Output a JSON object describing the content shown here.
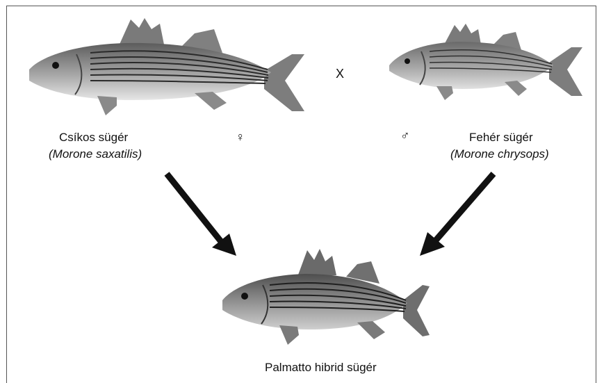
{
  "cross_symbol": "X",
  "female_symbol": "♀",
  "male_symbol": "♂",
  "parent_female": {
    "common_name": "Csíkos sügér",
    "latin_name": "(Morone saxatilis)"
  },
  "parent_male": {
    "common_name": "Fehér sügér",
    "latin_name": "(Morone chrysops)"
  },
  "offspring": {
    "name": "Palmatto hibrid sügér"
  },
  "colors": {
    "fish_body": "#9a9a9a",
    "fish_stripe": "#2a2a2a",
    "arrow": "#111111",
    "frame": "#555555"
  }
}
